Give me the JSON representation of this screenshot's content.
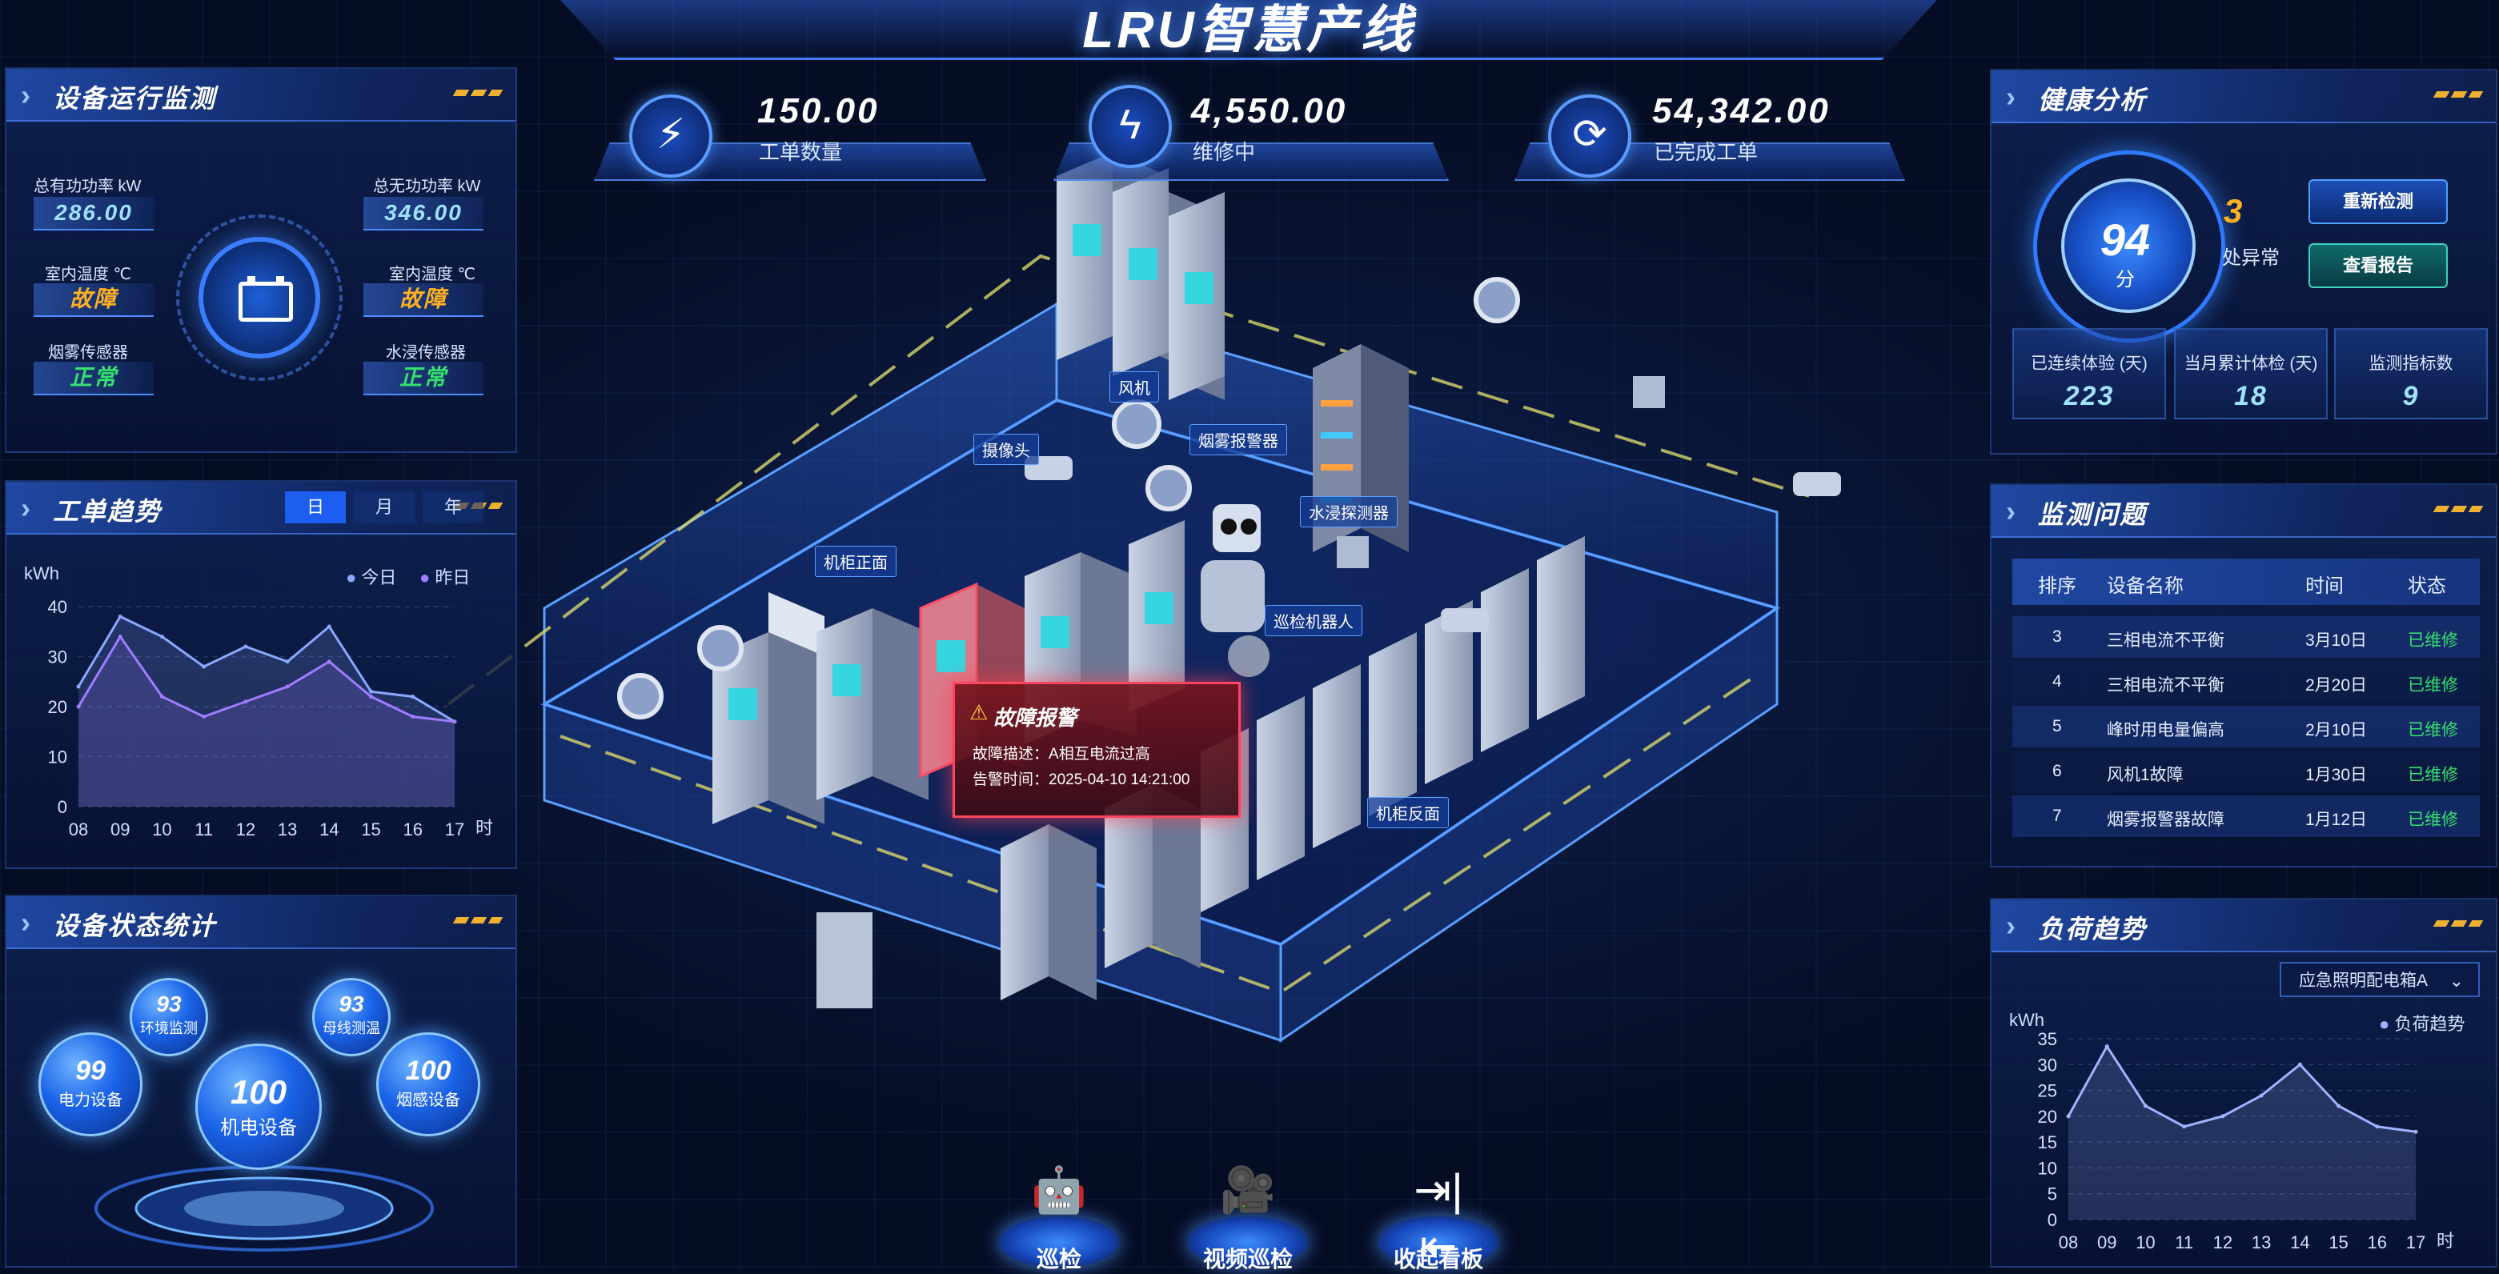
{
  "header": {
    "title": "LRU智慧产线"
  },
  "top_stats": [
    {
      "icon": "lightning-circle-icon",
      "value": "150.00",
      "label": "工单数量"
    },
    {
      "icon": "lightning-bolt-icon",
      "value": "4,550.00",
      "label": "维修中"
    },
    {
      "icon": "refresh-check-icon",
      "value": "54,342.00",
      "label": "已完成工单"
    }
  ],
  "equipment_monitor": {
    "title": "设备运行监测",
    "items": [
      {
        "label": "总有功功率 kW",
        "value": "286.00",
        "status": "normal"
      },
      {
        "label": "总无功功率 kW",
        "value": "346.00",
        "status": "normal"
      },
      {
        "label": "室内温度 ℃",
        "value": "故障",
        "status": "fault"
      },
      {
        "label": "室内温度 ℃",
        "value": "故障",
        "status": "fault"
      },
      {
        "label": "烟雾传感器",
        "value": "正常",
        "status": "ok"
      },
      {
        "label": "水浸传感器",
        "value": "正常",
        "status": "ok"
      }
    ],
    "center_icon": "battery-icon"
  },
  "work_order_trend": {
    "title": "工单趋势",
    "tabs": [
      "日",
      "月",
      "年"
    ],
    "active_tab": "日",
    "unit": "kWh",
    "x_unit": "时",
    "legend": [
      "今日",
      "昨日"
    ]
  },
  "device_status": {
    "title": "设备状态统计",
    "bubbles": [
      {
        "value": "93",
        "label": "环境监测"
      },
      {
        "value": "93",
        "label": "母线测温"
      },
      {
        "value": "99",
        "label": "电力设备"
      },
      {
        "value": "100",
        "label": "机电设备"
      },
      {
        "value": "100",
        "label": "烟感设备"
      }
    ]
  },
  "health": {
    "title": "健康分析",
    "score": "94",
    "score_unit": "分",
    "abnormal_count": "3",
    "abnormal_label": "处异常",
    "buttons": [
      "重新检测",
      "查看报告"
    ],
    "boxes": [
      {
        "label": "已连续体验 (天)",
        "value": "223"
      },
      {
        "label": "当月累计体检 (天)",
        "value": "18"
      },
      {
        "label": "监测指标数",
        "value": "9"
      }
    ]
  },
  "issues": {
    "title": "监测问题",
    "columns": [
      "排序",
      "设备名称",
      "时间",
      "状态"
    ],
    "rows": [
      [
        "3",
        "三相电流不平衡",
        "3月10日",
        "已维修"
      ],
      [
        "4",
        "三相电流不平衡",
        "2月20日",
        "已维修"
      ],
      [
        "5",
        "峰时用电量偏高",
        "2月10日",
        "已维修"
      ],
      [
        "6",
        "风机1故障",
        "1月30日",
        "已维修"
      ],
      [
        "7",
        "烟雾报警器故障",
        "1月12日",
        "已维修"
      ]
    ]
  },
  "load_trend": {
    "title": "负荷趋势",
    "dropdown": "应急照明配电箱A",
    "unit": "kWh",
    "legend": "负荷趋势",
    "x_unit": "时"
  },
  "scene": {
    "labels": [
      "风机",
      "摄像头",
      "烟雾报警器",
      "水浸探测器",
      "机柜正面",
      "巡检机器人",
      "机柜反面"
    ],
    "alarm": {
      "title": "故障报警",
      "desc_label": "故障描述：",
      "desc": "A相互电流过高",
      "time_label": "告警时间：",
      "time": "2025-04-10 14:21:00"
    }
  },
  "bottom_buttons": [
    {
      "icon": "robot-icon",
      "label": "巡检"
    },
    {
      "icon": "video-camera-icon",
      "label": "视频巡检"
    },
    {
      "icon": "collapse-arrows-icon",
      "label": "收起看板"
    }
  ],
  "chart_data": [
    {
      "type": "area",
      "x": [
        "08",
        "09",
        "10",
        "11",
        "12",
        "13",
        "14",
        "15",
        "16",
        "17"
      ],
      "series": [
        {
          "name": "今日",
          "values": [
            24,
            38,
            34,
            28,
            32,
            29,
            36,
            23,
            22,
            17
          ]
        },
        {
          "name": "昨日",
          "values": [
            20,
            34,
            22,
            18,
            21,
            24,
            29,
            22,
            18,
            17
          ]
        }
      ],
      "xlabel": "时",
      "ylabel": "kWh",
      "yticks": [
        0,
        10,
        20,
        30,
        40
      ],
      "ylim": [
        0,
        40
      ],
      "grid": true,
      "legend_position": "top-right"
    },
    {
      "type": "area",
      "x": [
        "08",
        "09",
        "10",
        "11",
        "12",
        "13",
        "14",
        "15",
        "16",
        "17"
      ],
      "series": [
        {
          "name": "负荷趋势",
          "values": [
            20,
            33.5,
            22,
            18,
            20,
            24,
            30,
            22,
            18,
            17
          ]
        }
      ],
      "xlabel": "时",
      "ylabel": "kWh",
      "yticks": [
        0,
        5,
        10,
        15,
        20,
        25,
        30,
        35
      ],
      "ylim": [
        0,
        35
      ],
      "grid": true,
      "legend_position": "top-right"
    }
  ],
  "colors": {
    "accent": "#3b7dff",
    "fault": "#ffb020",
    "ok": "#35e070",
    "alarm": "#ff4660",
    "series_today": "#8aa8ff",
    "series_yesterday": "#a07cff",
    "series_load": "#9fb4ff"
  }
}
